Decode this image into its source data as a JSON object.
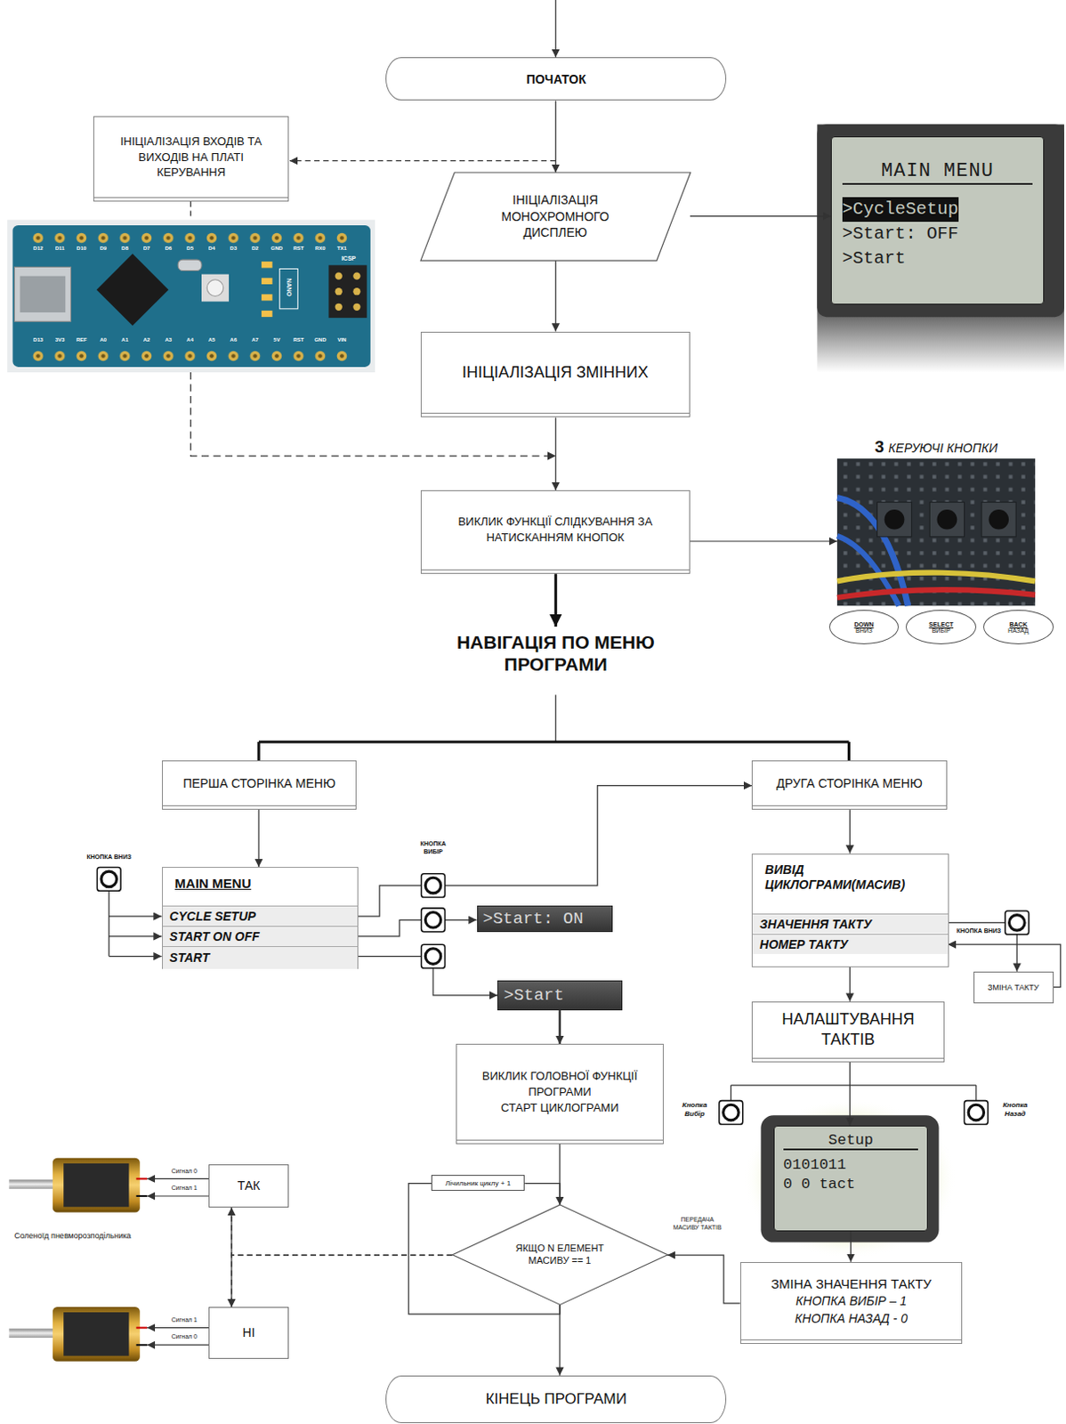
{
  "diagram": {
    "nodes": [
      {
        "text": [
          "ПОЧАТОК"
        ]
      },
      {
        "text": [
          "ІНІЦІАЛІЗАЦІЯ ВХОДІВ ТА ВИХОДІВ НА ПЛАТІ КЕРУВАННЯ"
        ]
      },
      {
        "text": [
          "ІНІЦІАЛІЗАЦІЯ МОНОХРОМНОГО ДИСПЛЕЮ"
        ]
      },
      {
        "text": [
          "MAIN MENU",
          ">CycleSetup",
          ">Start: OFF",
          ">Start"
        ]
      },
      {
        "text": [
          "ІНІЦІАЛІЗАЦІЯ ЗМІННИХ"
        ]
      },
      {
        "text": [
          "3",
          "КЕРУЮЧІ КНОПКИ"
        ]
      },
      {
        "text": [
          "ВИКЛИК ФУНКЦІЇ СЛІДКУВАННЯ ЗА НАТИСКАННЯМ КНОПОК"
        ]
      },
      {
        "text": [
          "DOWN",
          "ВНИЗ"
        ]
      },
      {
        "text": [
          "SELECT",
          "ВИБІР"
        ]
      },
      {
        "text": [
          "BACK",
          "НАЗАД"
        ]
      },
      {
        "text": [
          "ПЕРША СТОРІНКА МЕНЮ"
        ]
      },
      {
        "text": [
          "ДРУГА СТОРІНКА МЕНЮ"
        ]
      },
      {
        "text": [
          "MAIN MENU"
        ]
      },
      {
        "text": [
          "CYCLE SETUP"
        ],
        "in": 12
      },
      {
        "text": [
          "START ON OFF"
        ],
        "in": 12
      },
      {
        "text": [
          "START"
        ],
        "in": 12
      },
      {
        "text": [
          ">Start: ON"
        ]
      },
      {
        "text": [
          "ВИВІД ЦИКЛОГРАМИ(МАСИВ)"
        ]
      },
      {
        "text": [
          "ЗНАЧЕННЯ ТАКТУ"
        ],
        "in": 17
      },
      {
        "text": [
          "НОМЕР ТАКТУ"
        ],
        "in": 17
      },
      {
        "text": [
          "ЗМІНА ТАКТУ"
        ]
      },
      {
        "text": [
          ">Start"
        ]
      },
      {
        "text": [
          "НАЛАШТУВАННЯ ТАКТІВ"
        ]
      },
      {
        "text": [
          "ВИКЛИК ГОЛОВНОЇ ФУНКЦІЇ ПРОГРАМИ",
          "СТАРТ ЦИКЛОГРАМИ"
        ]
      },
      {
        "text": [
          "Setup",
          "0101011",
          "0 0 tact"
        ]
      },
      {
        "text": [
          "ТАК"
        ]
      },
      {
        "text": [
          "Лічильник циклу + 1"
        ]
      },
      {
        "text": [
          "ЯКЩО N ЕЛЕМЕНТ МАСИВУ == 1"
        ]
      },
      {
        "text": [
          "НІ"
        ]
      },
      {
        "text": [
          "ЗМІНА ЗНАЧЕННЯ ТАКТУ",
          "КНОПКА ВИБІР – 1",
          "КНОПКА НАЗАД - 0"
        ]
      },
      {
        "text": [
          "КІНЕЦЬ ПРОГРАМИ"
        ]
      }
    ],
    "edges": [
      {
        "from": 0,
        "to": 2,
        "arrow": "to"
      },
      {
        "from": 2,
        "to": 3,
        "arrow": "to"
      },
      {
        "from": 2,
        "to": 4,
        "arrow": "to"
      },
      {
        "from": 4,
        "to": 6,
        "arrow": "to"
      },
      {
        "from": 6,
        "to": 5,
        "arrow": "to"
      },
      {
        "from": 10,
        "to": 12,
        "arrow": "to"
      },
      {
        "from": 13,
        "to": 11,
        "arrow": "to"
      },
      {
        "from": 14,
        "to": 16,
        "arrow": "to"
      },
      {
        "from": 15,
        "to": 21,
        "arrow": "to"
      },
      {
        "from": 21,
        "to": 23,
        "arrow": "to"
      },
      {
        "from": 11,
        "to": 17,
        "arrow": "to"
      },
      {
        "from": 18,
        "to": 20,
        "arrow": "to"
      },
      {
        "from": 20,
        "to": 19,
        "arrow": "to"
      },
      {
        "from": 17,
        "to": 22,
        "arrow": "to"
      },
      {
        "from": 22,
        "to": 24,
        "arrow": "to"
      },
      {
        "from": 24,
        "to": 29,
        "arrow": "to"
      },
      {
        "from": 29,
        "to": 27,
        "label": "ПЕРЕДАЧА МАСИВУ ТАКТІВ",
        "arrow": "to"
      },
      {
        "from": 23,
        "to": 27,
        "arrow": "to"
      },
      {
        "from": 27,
        "to": 26,
        "arrow": "none"
      },
      {
        "from": 26,
        "to": 27,
        "arrow": "to"
      },
      {
        "from": 27,
        "to": 25,
        "arrow": "to"
      },
      {
        "from": 27,
        "to": 28,
        "arrow": "to"
      },
      {
        "from": 27,
        "to": 30,
        "arrow": "to"
      }
    ],
    "labels": [
      "НАВІГАЦІЯ ПО МЕНЮ ПРОГРАМИ",
      "КНОПКА ВНИЗ",
      "КНОПКА ВИБІР",
      "КНОПКА ВНИЗ",
      "Кнопка Вибір",
      "Кнопка Назад",
      "Сигнал 0",
      "Сигнал 1",
      "Сигнал 1",
      "Сигнал 0",
      "Соленоїд пневморозподільника",
      "ICSP",
      "NANO",
      "D12",
      "D11",
      "D10",
      "D9",
      "D8",
      "D7",
      "D6",
      "D5",
      "D4",
      "D3",
      "D2",
      "GND",
      "RST",
      "RX0",
      "TX1",
      "D13",
      "3V3",
      "REF",
      "A0",
      "A1",
      "A2",
      "A3",
      "A4",
      "A5",
      "A6",
      "A7",
      "5V",
      "RST",
      "GND",
      "VIN"
    ]
  }
}
